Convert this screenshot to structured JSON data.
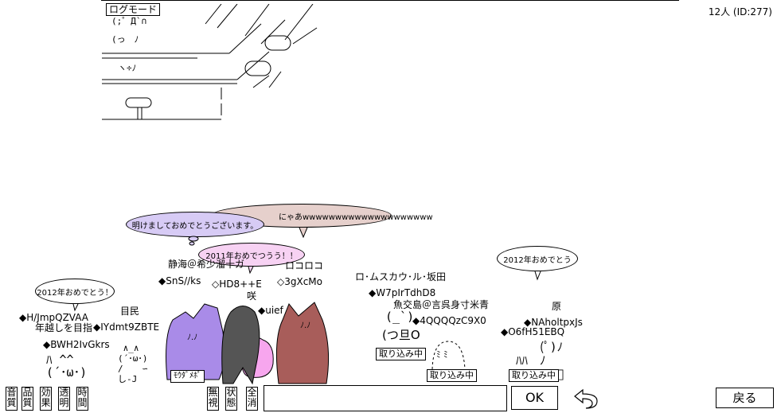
{
  "header": {
    "log_mode": "ログモード",
    "user_count": "12人 (ID:277)"
  },
  "bubbles": [
    {
      "text": "明けましておめでとうございます。"
    },
    {
      "text": "にゃあwwwwwwwwwwwwwwwwwwww"
    },
    {
      "text": "2011年おめでつうう！！"
    },
    {
      "text": "2012年おめでとう！"
    },
    {
      "text": "2012年おめでとう"
    }
  ],
  "users": [
    {
      "name": "静海＠希少溜十ガ"
    },
    {
      "name": "ロコロコ"
    },
    {
      "name": "ロ･ムスカウ･ル･坂田"
    },
    {
      "name": "魚交島＠言呉身寸米青"
    },
    {
      "name": "目民"
    },
    {
      "name": "年越しを目指"
    },
    {
      "name": "咲"
    },
    {
      "name": "原"
    }
  ],
  "trips": [
    {
      "text": "◆SnS//ks"
    },
    {
      "text": "◇HD8++E"
    },
    {
      "text": "◇3gXcMo"
    },
    {
      "text": "◆W7pIrTdhD8"
    },
    {
      "text": "◆4QQQQzC9X0"
    },
    {
      "text": "◆O6fH51EBQ"
    },
    {
      "text": "◆NAholtpxJs"
    },
    {
      "text": "◆H/JmpQZVAA"
    },
    {
      "text": "◆BWH2IvGkrs"
    },
    {
      "text": "◆IYdmt9ZBTE"
    },
    {
      "text": "◆uief"
    }
  ],
  "capture_labels": [
    "取り込み中",
    "取り込み中",
    "取り込み中"
  ],
  "extra_labels": {
    "mouse": "ﾓｳﾀﾞﾒﾎﾟ",
    "hanging": "(つ旦O"
  },
  "toolbar": {
    "left_buttons": [
      "音質",
      "品質",
      "効果",
      "透明",
      "時間"
    ],
    "mid_buttons": [
      "無視",
      "状態",
      "全消"
    ],
    "chat_value": "",
    "ok": "OK",
    "back": "戻る"
  },
  "colors": {
    "purple": "#a98be8",
    "gray": "#555555",
    "pink": "#f7a6ee",
    "brown": "#a85d5a",
    "bubble_purple": "#d7cbf5",
    "bubble_pink": "#f7d2f3",
    "bubble_tan": "#e6d0cc"
  }
}
